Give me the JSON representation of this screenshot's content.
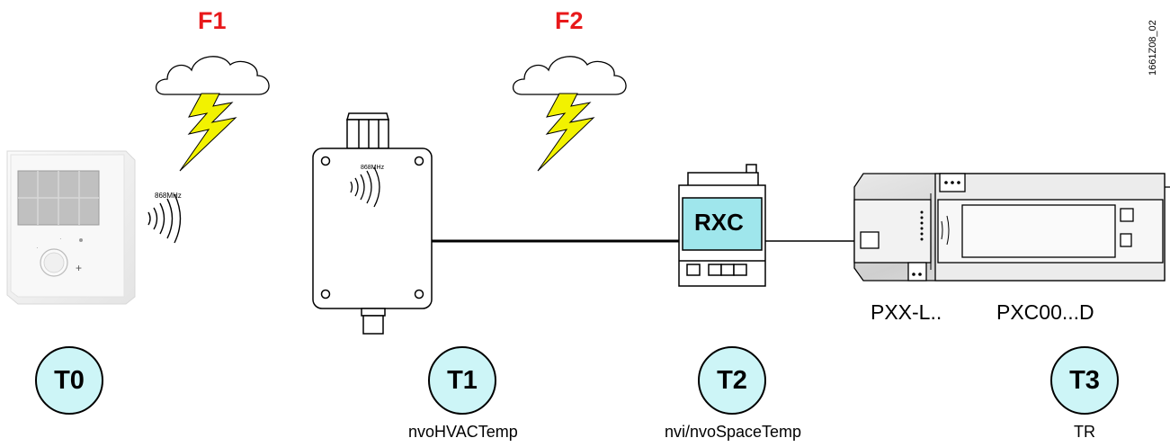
{
  "figure_id": "1661Z08_02",
  "faults": [
    {
      "label": "F1"
    },
    {
      "label": "F2"
    }
  ],
  "frequency_label": "868MHz",
  "rxc_label": "RXC",
  "devices": {
    "pxx": "PXX-L..",
    "pxc": "PXC00...D"
  },
  "points": [
    {
      "label": "T0",
      "sub": ""
    },
    {
      "label": "T1",
      "sub": "nvoHVACTemp"
    },
    {
      "label": "T2",
      "sub": "nvi/nvoSpaceTemp"
    },
    {
      "label": "T3",
      "sub": "TR"
    }
  ],
  "colors": {
    "fault": "#e8191b",
    "circle_fill": "#cdf5f7",
    "rxc_screen": "#9fe6ec",
    "lightning": "#f2f200"
  }
}
